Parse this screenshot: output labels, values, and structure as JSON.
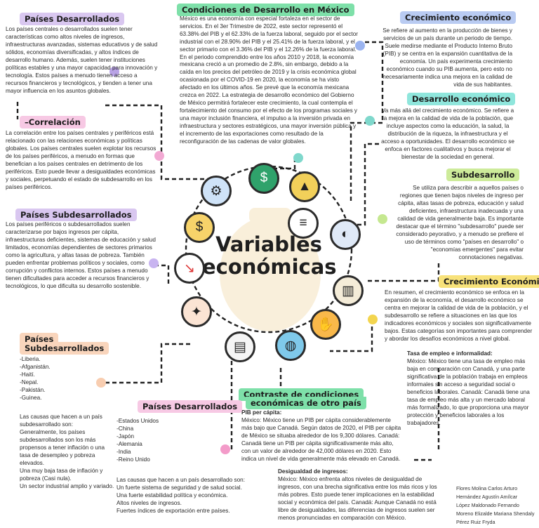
{
  "center_title": "Variables\neconómicas",
  "colors": {
    "purple": "#d9c7f0",
    "teal": "#8fe6dc",
    "blue": "#b9cbf2",
    "pink": "#f7c9e4",
    "lime": "#cdeb9a",
    "yellow": "#f8e27a",
    "peach": "#f9d5bc",
    "green": "#7ee0a9",
    "dashed_line": "#222222"
  },
  "icons": [
    "money-hand-icon",
    "mexico-map-icon",
    "piggy-bank-icon",
    "growth-chart-icon",
    "handshake-icon",
    "world-globe-icon",
    "report-icon",
    "science-icon",
    "falling-chart-icon",
    "coins-icon",
    "gears-icon",
    "mexico-flag-icon"
  ],
  "condiciones_mexico": {
    "title": "Condiciones de Desarrollo en México",
    "body": "México es una economía con especial fortaleza en el sector de servicios. En el 3er Trimestre de 2022, este sector representó el 63.38% del PIB y el 62.33% de la fuerza laboral, seguido por el sector industrial con el 28.90% del PIB y el 25.41% de la fuerza laboral, y el sector primario con el 3.36% del PIB y el 12.26% de la fuerza laboral. En el periodo comprendido entre los años 2010 y 2018, la economía mexicana creció a un promedio de 2.8%, sin embargo, debido a la caída en los precios del petróleo de 2019 y la crisis económica global ocasionada por el COVID-19 en 2020, la economía se ha visto afectado en los últimos años. Se prevé que la economía mexicana crezca en 2022. La estrategia de desarrollo económico del Gobierno de México permitirá fortalecer este crecimiento, la cual contempla el fortalecimiento del consumo por el efecto de los programas sociales y una mayor inclusión financiera, el impulso a la inversión privada en infraestructura y sectores estratégicos, una mayor inversión pública y el incremento de las exportaciones como resultado de la reconfiguración de las cadenas de valor globales."
  },
  "paises_desarrollados": {
    "title": "Países Desarrollados",
    "body": "Los países centrales o desarrollados suelen tener características como altos niveles de ingresos, infraestructuras avanzadas, sistemas educativos y de salud sólidos, economías diversificadas, y altos índices de desarrollo humano. Además, suelen tener instituciones políticas estables y una mayor capacidad para innovación y tecnología. Estos países a menudo tienen acceso a recursos financieros y tecnológicos, y tienden a tener una mayor influencia en los asuntos globales."
  },
  "correlacion": {
    "title": "–Correlación",
    "body": "La correlación entre los países centrales y periféricos está relacionado con las relaciones económicas y políticas globales. Los países centrales suelen explotar los recursos de los países periféricos, a menudo en formas que benefician a los países centrales en detrimento de los periféricos. Esto puede llevar a desigualdades económicas y sociales, perpetuando el estado de subdesarrollo en los países periféricos."
  },
  "paises_subdesarrollados": {
    "title": "Países Subdesarrollados",
    "body": "Los países periféricos o subdesarrollados suelen caracterizarse por bajos ingresos per cápita, infraestructuras deficientes, sistemas de educación y salud limitados, economías dependientes de sectores primarios como la agricultura, y altas tasas de pobreza. También pueden enfrentar problemas políticos y sociales, como corrupción y conflictos internos. Estos países a menudo tienen dificultades para acceder a recursos financieros y tecnológicos, lo que dificulta su desarrollo sostenible."
  },
  "crecimiento_economico": {
    "title": "Crecimiento económico",
    "body": "Se refiere al aumento en la producción de bienes y servicios de un país durante un periodo de tiempo. Suele medirse mediante el Producto Interno Bruto (PIB) y se centra en la expansión cuantitativa de la economía. Un país experimenta crecimiento económico cuando su PIB aumenta, pero esto no necesariamente indica una mejora en la calidad de vida de sus habitantes."
  },
  "desarrollo_economico": {
    "title": "Desarrollo económico",
    "body": "Va más allá del crecimiento económico. Se refiere a la mejora en la calidad de vida de la población, que incluye aspectos como la educación, la salud, la distribución de la riqueza, la infraestructura y el acceso a oportunidades. El desarrollo económico se enfoca en factores cualitativos y busca mejorar el bienestar de la sociedad en general."
  },
  "subdesarrollo": {
    "title": "Subdesarrollo",
    "body": "Se utiliza para describir a aquellos países o regiones que tienen bajos niveles de ingreso per cápita, altas tasas de pobreza, educación y salud deficientes, infraestructura inadecuada y una calidad de vida generalmente baja. Es importante destacar que el término \"subdesarrollo\" puede ser considerado peyorativo, y a menudo se prefiere el uso de términos como \"países en desarrollo\" o \"economías emergentes\" para evitar connotaciones negativas."
  },
  "crecimiento_economico_2": {
    "title": "Crecimiento Económico",
    "body": "En resumen, el crecimiento económico se enfoca en la expansión de la economía, el desarrollo económico se centra en mejorar la calidad de vida de la población, y el subdesarrollo se refiere a situaciones en las que los indicadores económicos y sociales son significativamente bajos. Estas categorías son importantes para comprender y abordar los desafíos económicos a nivel global."
  },
  "tasa_empleo": {
    "heading": "Tasa de empleo e informalidad:",
    "body": "México: México tiene una tasa de empleo más baja en comparación con Canadá, y una parte significativa de la población trabaja en empleos informales sin acceso a seguridad social o beneficios laborales. Canadá: Canadá tiene una tasa de empleo más alta y un mercado laboral más formalizado, lo que proporciona una mayor protección y beneficios laborales a los trabajadores."
  },
  "contraste": {
    "title_line1": "Contraste de condiciones",
    "title_line2": "económicas de otro país",
    "pib_heading": "PIB per cápita:",
    "pib_body": "México: México tiene un PIB per cápita considerablemente más bajo que Canadá. Según datos de 2020, el PIB per cápita de México se situaba alrededor de los 9,300 dólares. Canadá: Canadá tiene un PIB per cápita significativamente más alto, con un valor de alrededor de 42,000 dólares en 2020. Esto indica un nivel de vida generalmente más elevado en Canadá.",
    "desigualdad_heading": "Desigualdad de ingresos:",
    "desigualdad_body": "México: México enfrenta altos niveles de desigualdad de ingresos, con una brecha significativa entre los más ricos y los más pobres. Esto puede tener implicaciones en la estabilidad social y económica del país. Canadá: Aunque Canadá no está libre de desigualdades, las diferencias de ingresos suelen ser menos pronunciadas en comparación con México."
  },
  "lista_subdesarrollados": {
    "title_line1": "Países",
    "title_line2": "Subdesarrollados",
    "items": "-Liberia.\n-Afganistán.\n-Haití.\n-Nepal.\n-Pakistán.\n-Guinea.",
    "causas": "Las causas que hacen a un país subdesarrollado son:\nGeneralmente, los países subdesarrollados son los más propensos a tener inflación o una tasa de desempleo y pobreza elevados.\nUna muy baja tasa de inflación y pobreza (Casi nula).\n Un sector industrial amplio y variado."
  },
  "lista_desarrollados": {
    "title": "Países Desarrollados",
    "items": "-Estados Unidos\n-China\n-Japón\n-Alemania\n-India\n-Reino Unido",
    "causas": "Las causas que hacen a un país desarrollado son:\nUn fuerte sistema de seguridad y de salud social.\nUna fuerte estabilidad política y económica.\n Altos niveles de ingresos.\nFuertes índices de exportación entre países."
  },
  "authors": "Flores Molina Carlos Arturo\nHernández Agustín Amílcar\nLópez Maldonado Fernando\nMoreno Elizalde Mariana Shendaly\nPérez Ruiz Fryda"
}
